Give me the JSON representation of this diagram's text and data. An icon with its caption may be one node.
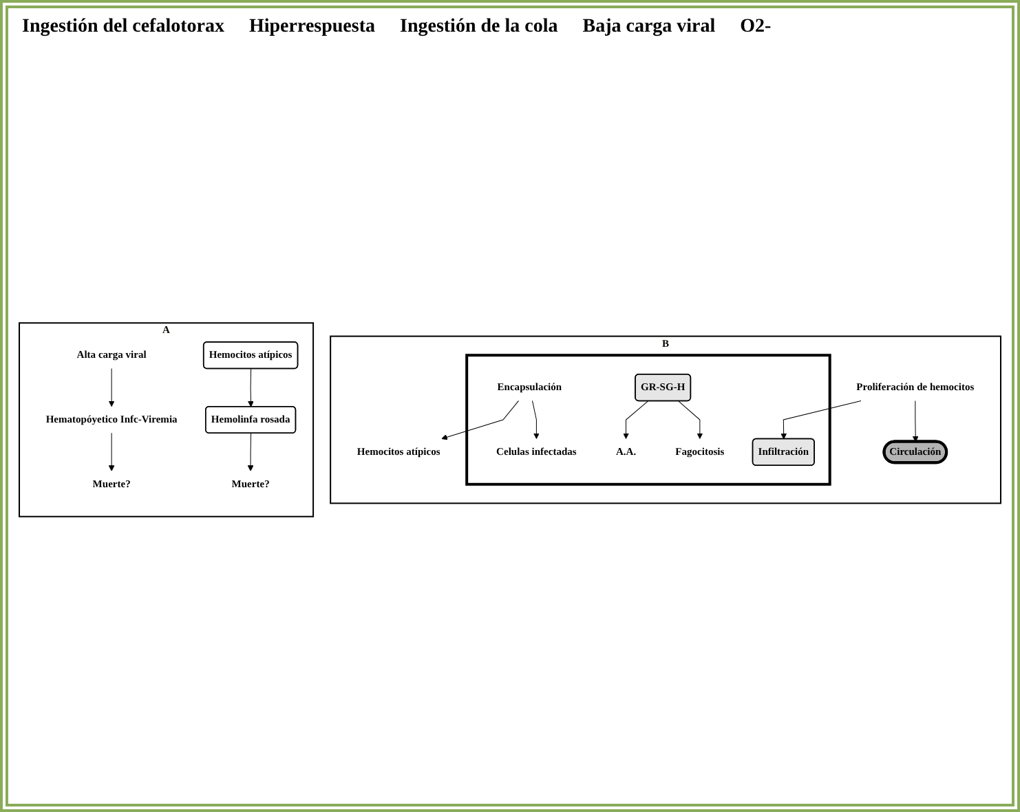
{
  "diagram": {
    "nodes": [
      {
        "text": [
          "A"
        ]
      },
      {
        "text": [
          "Alta carga viral"
        ],
        "in": 0
      },
      {
        "text": [
          "Hematopóyetico Infc-Viremia"
        ],
        "in": 0
      },
      {
        "text": [
          "Muerte?"
        ],
        "in": 0
      },
      {
        "text": [
          "Hemocitos atípicos"
        ],
        "in": 0
      },
      {
        "text": [
          "Hemolinfa rosada"
        ],
        "in": 0
      },
      {
        "text": [
          "Muerte?"
        ],
        "in": 0
      },
      {
        "text": [
          "B"
        ]
      },
      {
        "text": [
          "Proliferación de hemocitos"
        ],
        "in": 7
      },
      {
        "text": [
          "Circulación"
        ],
        "in": 7
      },
      {
        "text": [
          "Hemocitos atípicos"
        ],
        "in": 7
      },
      {
        "text": [],
        "shape": "box",
        "in": 7
      },
      {
        "text": [
          "Infiltración"
        ],
        "in": 11
      },
      {
        "text": [
          "Encapsulación"
        ],
        "in": 11
      },
      {
        "text": [
          "GR-SG-H"
        ],
        "in": 11
      },
      {
        "text": [
          "Celulas infectadas"
        ],
        "in": 11
      },
      {
        "text": [
          "A.A."
        ],
        "in": 11
      },
      {
        "text": [
          "Fagocitosis"
        ],
        "in": 11
      }
    ],
    "edges": [
      {
        "from": 1,
        "to": 2,
        "arrow": "to"
      },
      {
        "from": 2,
        "to": 3,
        "arrow": "to"
      },
      {
        "from": 4,
        "to": 5,
        "arrow": "to"
      },
      {
        "from": 5,
        "to": 6,
        "arrow": "to"
      },
      {
        "from": 8,
        "to": 12,
        "arrow": "to"
      },
      {
        "from": 8,
        "to": 9,
        "arrow": "to"
      },
      {
        "from": 13,
        "to": 10,
        "arrow": "to"
      },
      {
        "from": 13,
        "to": 15,
        "arrow": "to"
      },
      {
        "from": 14,
        "to": 16,
        "arrow": "to"
      },
      {
        "from": 14,
        "to": 17,
        "arrow": "to"
      }
    ],
    "labels": [
      "Ingestión del cefalotorax",
      "Hiperrespuesta",
      "Ingestión de la cola",
      "Baja carga viral",
      "O2-"
    ]
  }
}
